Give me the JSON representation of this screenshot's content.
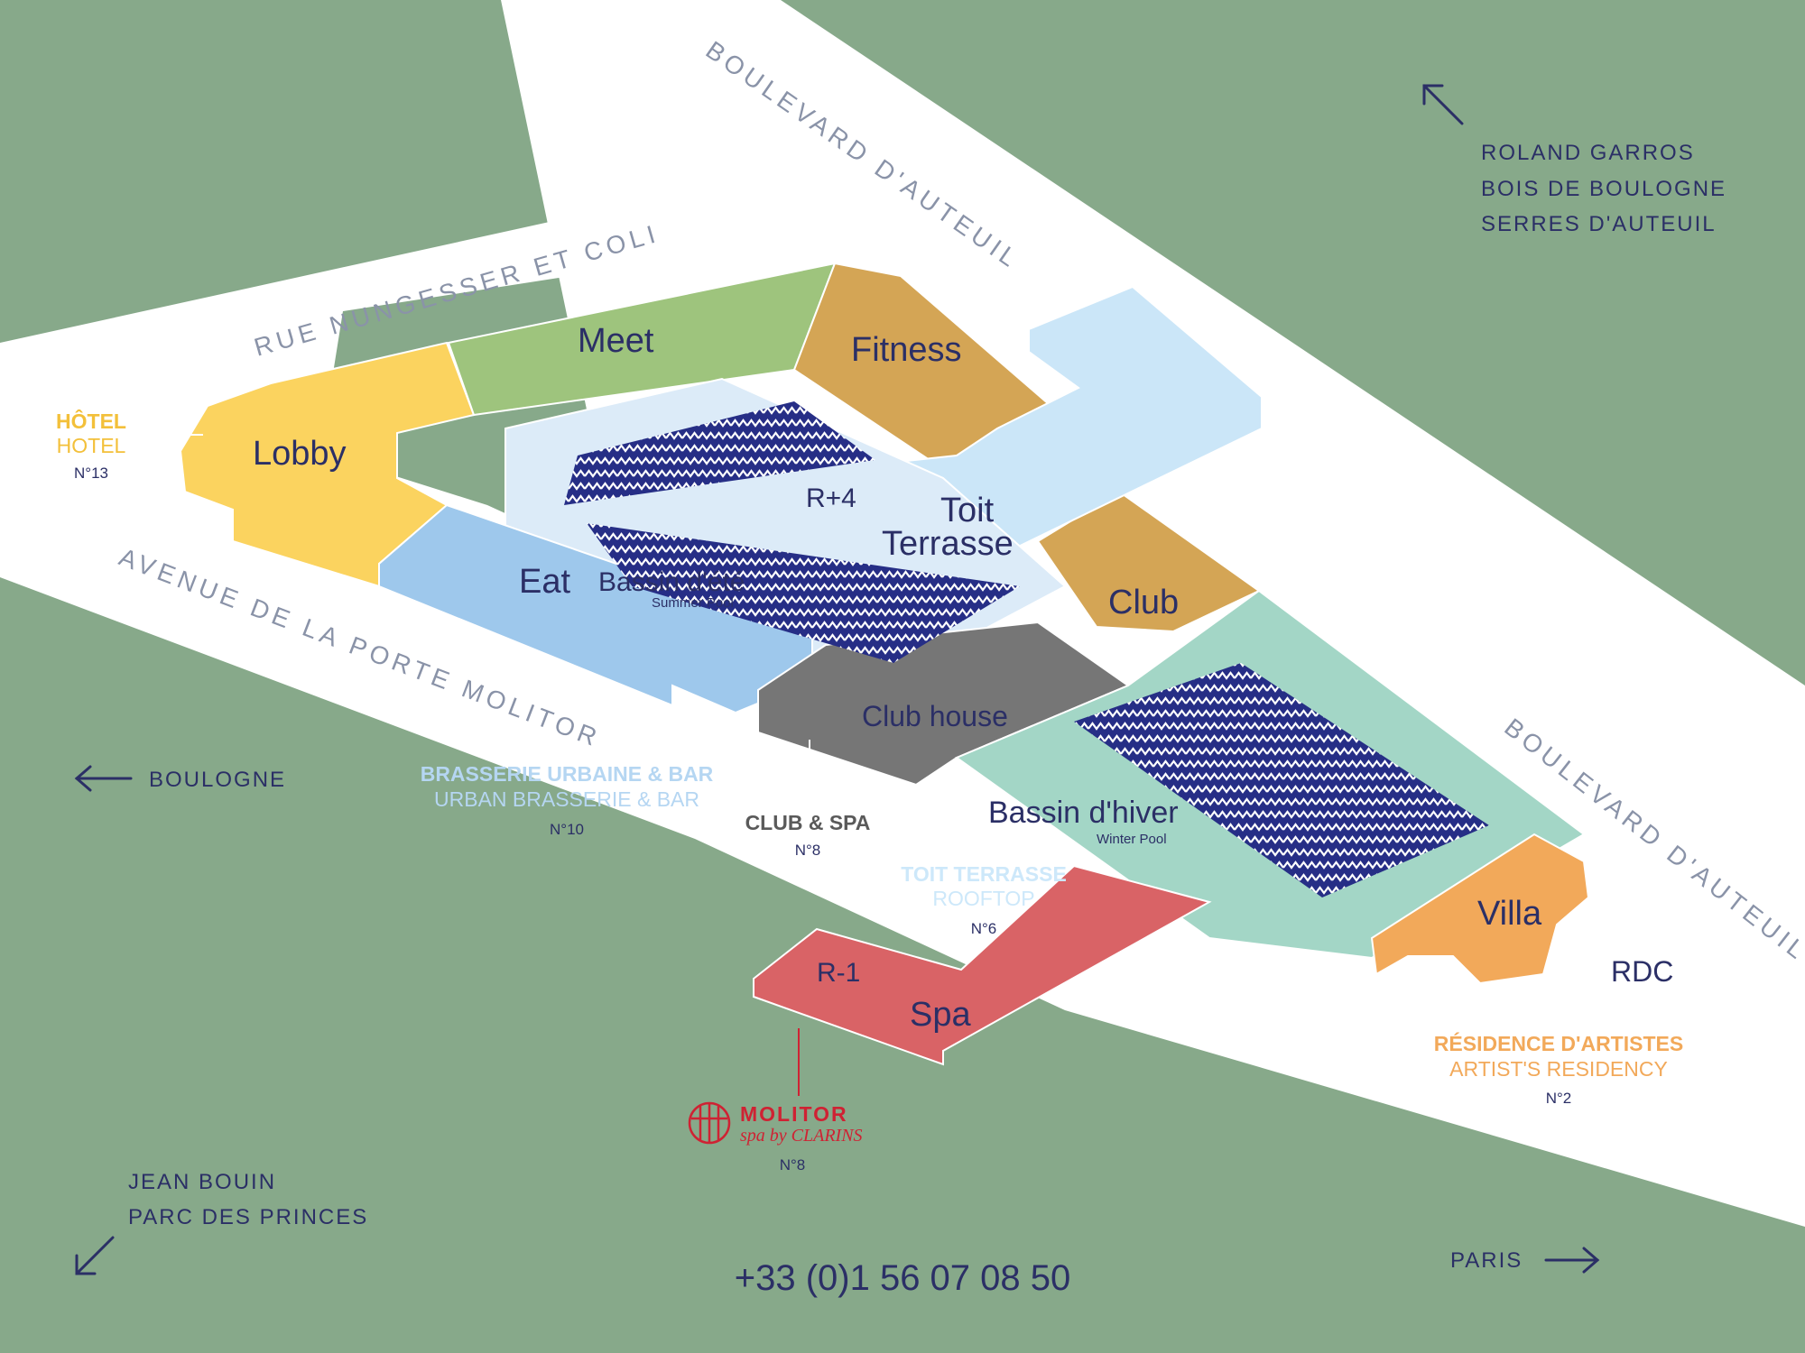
{
  "colors": {
    "background": "#87a98a",
    "street": "#ffffff",
    "ink": "#2b2f66",
    "hotel": "#fbd35f",
    "meet": "#9ec47d",
    "fitness_club": "#d4a555",
    "rooftop": "#cbe6f8",
    "eat": "#9ec8ec",
    "clubhouse": "#767676",
    "winter_pool_deck": "#a3d6c6",
    "villa": "#f2a95a",
    "spa": "#d96366",
    "pool_water": "#262e86",
    "spa_brand": "#cf2233"
  },
  "streets": {
    "boulevard_top": "BOULEVARD D'AUTEUIL",
    "rue": "RUE NUNGESSER ET COLI",
    "avenue": "AVENUE DE LA PORTE MOLITOR",
    "boulevard_right": "BOULEVARD D'AUTEUIL"
  },
  "directions": {
    "north_east": [
      "ROLAND GARROS",
      "BOIS DE BOULOGNE",
      "SERRES D'AUTEUIL"
    ],
    "west": "BOULOGNE",
    "south_west": [
      "JEAN BOUIN",
      "PARC DES PRINCES"
    ],
    "east": "PARIS",
    "north_east_arrow": "arrow-up-left-icon",
    "west_arrow": "arrow-left-icon",
    "south_west_arrow": "arrow-down-left-icon",
    "east_arrow": "arrow-right-icon"
  },
  "zones": {
    "lobby": "Lobby",
    "meet": "Meet",
    "fitness": "Fitness",
    "r4": "R+4",
    "toit": "Toit",
    "terrasse": "Terrasse",
    "eat": "Eat",
    "bassin_ete": "Bassin d'été",
    "summer_pool": "Summer Pool",
    "club": "Club",
    "club_house": "Club house",
    "bassin_hiver": "Bassin d'hiver",
    "winter_pool": "Winter Pool",
    "villa": "Villa",
    "rdc": "RDC",
    "r_1": "R-1",
    "spa": "Spa"
  },
  "callouts": {
    "hotel": {
      "main": "HÔTEL",
      "sub": "HOTEL",
      "number": "N°13"
    },
    "brasserie": {
      "main": "BRASSERIE URBAINE & BAR",
      "sub": "URBAN BRASSERIE & BAR",
      "number": "N°10"
    },
    "club_spa": {
      "main": "CLUB & SPA",
      "number": "N°8"
    },
    "toit": {
      "main": "TOIT TERRASSE",
      "sub": "ROOFTOP",
      "number": "N°6"
    },
    "residence": {
      "main": "RÉSIDENCE D'ARTISTES",
      "sub": "ARTIST'S RESIDENCY",
      "number": "N°2"
    },
    "molitor_spa": {
      "brand": "MOLITOR",
      "tagline": "spa by CLARINS",
      "number": "N°8",
      "logo": "molitor-logo-icon"
    }
  },
  "phone": "+33 (0)1 56 07 08 50"
}
